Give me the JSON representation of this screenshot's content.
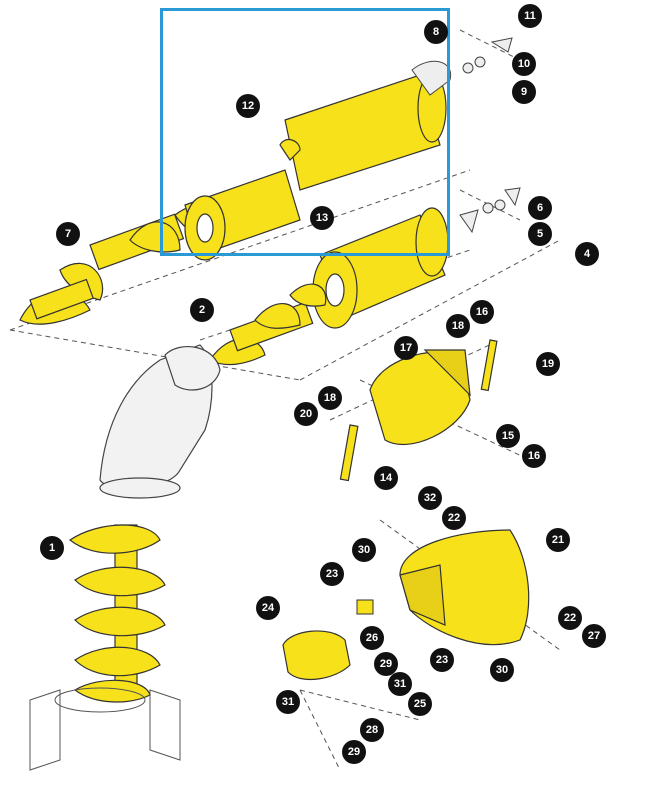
{
  "colors": {
    "part_fill": "#f7e11a",
    "outline": "#333333",
    "highlight": "#2a9ad6",
    "callout": "#111111"
  },
  "callouts": [
    "1",
    "2",
    "4",
    "5",
    "6",
    "7",
    "8",
    "9",
    "10",
    "11",
    "12",
    "13",
    "14",
    "15",
    "16",
    "16",
    "17",
    "18",
    "18",
    "19",
    "20",
    "21",
    "22",
    "22",
    "23",
    "23",
    "24",
    "25",
    "26",
    "27",
    "28",
    "29",
    "29",
    "30",
    "30",
    "31",
    "31",
    "32"
  ]
}
